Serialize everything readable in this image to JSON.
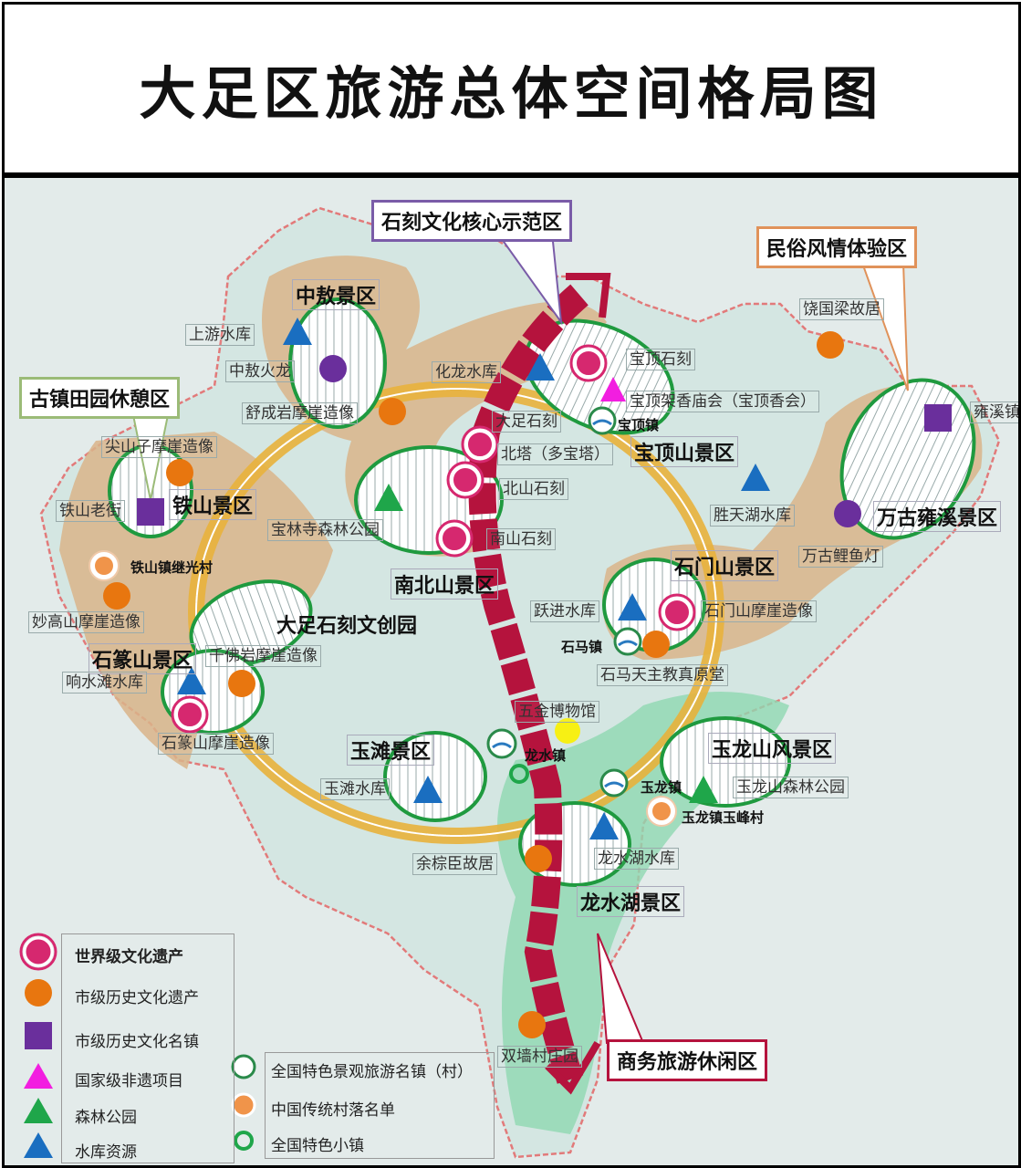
{
  "title": "大足区旅游总体空间格局图",
  "callouts": {
    "core": "石刻文化核心示范区",
    "folk": "民俗风情体验区",
    "town": "古镇田园休憩区",
    "business": "商务旅游休闲区"
  },
  "scenic_areas": {
    "zhongao": "中敖景区",
    "tieshan": "铁山景区",
    "baoding": "宝顶山景区",
    "wangu": "万古雍溪景区",
    "nanbei": "南北山景区",
    "shimen": "石门山景区",
    "wenchuang": "大足石刻文创园",
    "shizhuan": "石篆山景区",
    "yutan": "玉滩景区",
    "yulong": "玉龙山风景区",
    "longshuihu": "龙水湖景区"
  },
  "places": {
    "shangyou": "上游水库",
    "huolong": "中敖火龙",
    "shucheng": "舒成岩摩崖造像",
    "hualong": "化龙水库",
    "baoding_sk": "宝顶石刻",
    "baoding_xh": "宝顶架香庙会（宝顶香会）",
    "dazu_sk": "大足石刻",
    "beita": "北塔（多宝塔）",
    "beishan": "北山石刻",
    "nanshan": "南山石刻",
    "raoguoliang": "饶国梁故居",
    "yongxi": "雍溪镇",
    "shengtianhu": "胜天湖水库",
    "wangu_ly": "万古鲤鱼灯",
    "jianshan": "尖山子摩崖造像",
    "tieshan_lj": "铁山老街",
    "baolin": "宝林寺森林公园",
    "miaogao": "妙高山摩崖造像",
    "qianfo": "千佛岩摩崖造像",
    "xiangshuitan": "响水滩水库",
    "shizhuan_my": "石篆山摩崖造像",
    "yuejin": "跃进水库",
    "shimen_my": "石门山摩崖造像",
    "shima_tz": "石马天主教真原堂",
    "wujin": "五金博物馆",
    "yutan_sk": "玉滩水库",
    "yulong_sl": "玉龙山森林公园",
    "yu_gu": "余棕臣故居",
    "longshuihu_sk": "龙水湖水库",
    "shuangqiang": "双墙村庄园"
  },
  "towns": {
    "baoding": "宝顶镇",
    "jiguang": "铁山镇继光村",
    "shima": "石马镇",
    "longshui": "龙水镇",
    "yulong": "玉龙镇",
    "yufeng": "玉龙镇玉峰村"
  },
  "legend": {
    "world_heritage": "世界级文化遗产",
    "city_heritage": "市级历史文化遗产",
    "city_town": "市级历史文化名镇",
    "intangible": "国家级非遗项目",
    "forest_park": "森林公园",
    "reservoir": "水库资源",
    "scenic_town": "全国特色景观旅游名镇（村）",
    "traditional_village": "中国传统村落名单",
    "feature_town": "全国特色小镇"
  },
  "colors": {
    "world_heritage": "#d6286f",
    "city_heritage": "#e8760f",
    "city_town": "#6a2f9c",
    "intangible": "#f21ee0",
    "forest_park": "#1fa64a",
    "reservoir": "#1a6ec0",
    "axis": "#b5133d",
    "ring": "#e8b13c",
    "tourism_zone": "#d9b48a",
    "green_zone": "#7fd2a6",
    "scenic_outline": "#1f9a3f"
  }
}
